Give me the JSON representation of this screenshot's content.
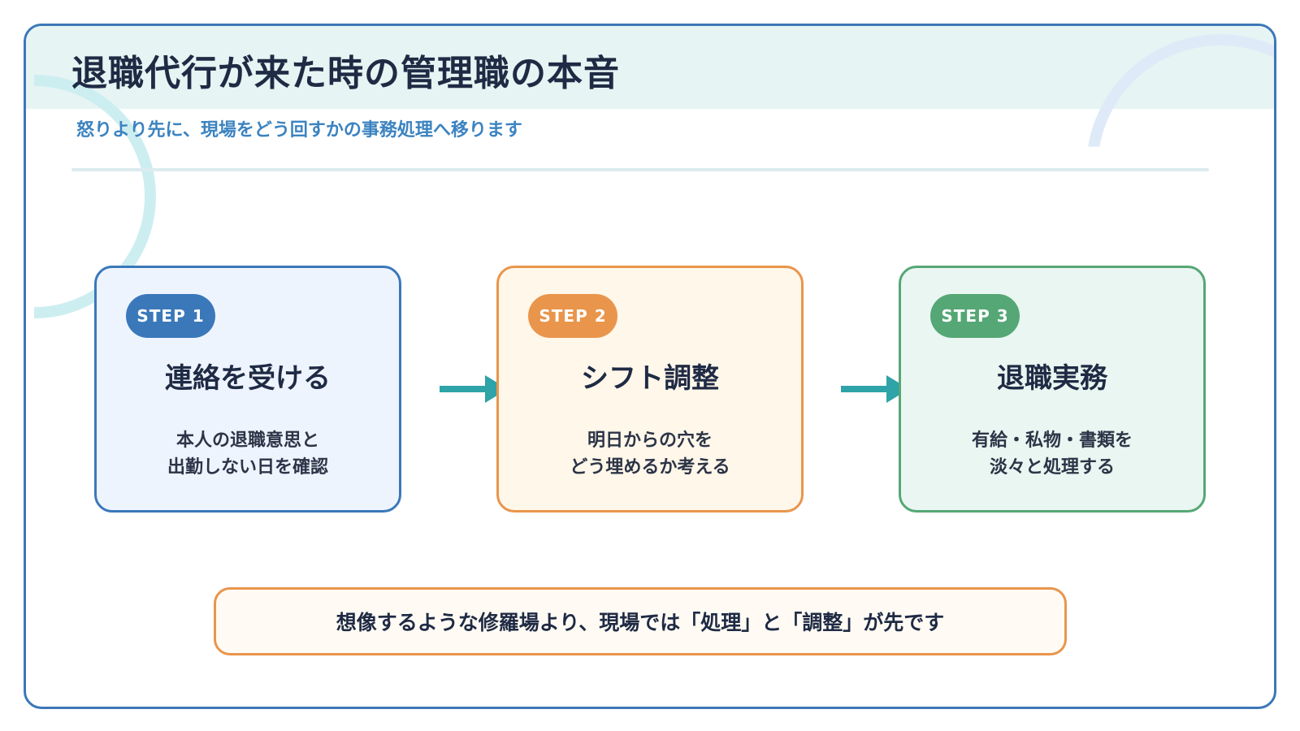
{
  "header": {
    "title": "退職代行が来た時の管理職の本音",
    "subtitle": "怒りより先に、現場をどう回すかの事務処理へ移ります"
  },
  "steps": [
    {
      "badge": "STEP 1",
      "title": "連絡を受ける",
      "desc": [
        "本人の退職意思と",
        "出勤しない日を確認"
      ],
      "color": "#3a78ba"
    },
    {
      "badge": "STEP 2",
      "title": "シフト調整",
      "desc": [
        "明日からの穴を",
        "どう埋めるか考える"
      ],
      "color": "#e9954c"
    },
    {
      "badge": "STEP 3",
      "title": "退職実務",
      "desc": [
        "有給・私物・書類を",
        "淡々と処理する"
      ],
      "color": "#55a775"
    }
  ],
  "footer": {
    "text": "想像するような修羅場より、現場では「処理」と「調整」が先です"
  },
  "colors": {
    "frame": "#3b77b8",
    "arrow": "#2ea3a8",
    "header_band": "#e6f4f3"
  }
}
